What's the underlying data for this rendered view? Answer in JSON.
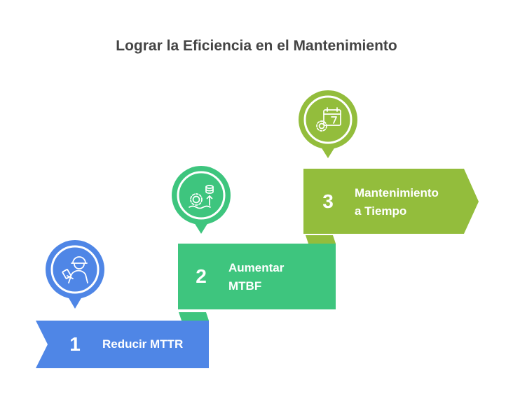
{
  "title": "Lograr la Eficiencia en el Mantenimiento",
  "colors": {
    "blue": "#4f86e6",
    "teal": "#3ec57e",
    "green": "#93bd3c"
  },
  "steps": [
    {
      "number": "1",
      "label_lines": [
        "Reducir MTTR"
      ],
      "color": "#4f86e6",
      "icon": "technician-icon"
    },
    {
      "number": "2",
      "label_lines": [
        "Aumentar",
        "MTBF"
      ],
      "color": "#3ec57e",
      "icon": "gear-database-icon"
    },
    {
      "number": "3",
      "label_lines": [
        "Mantenimiento",
        "a Tiempo"
      ],
      "color": "#93bd3c",
      "icon": "calendar-gear-icon"
    }
  ]
}
